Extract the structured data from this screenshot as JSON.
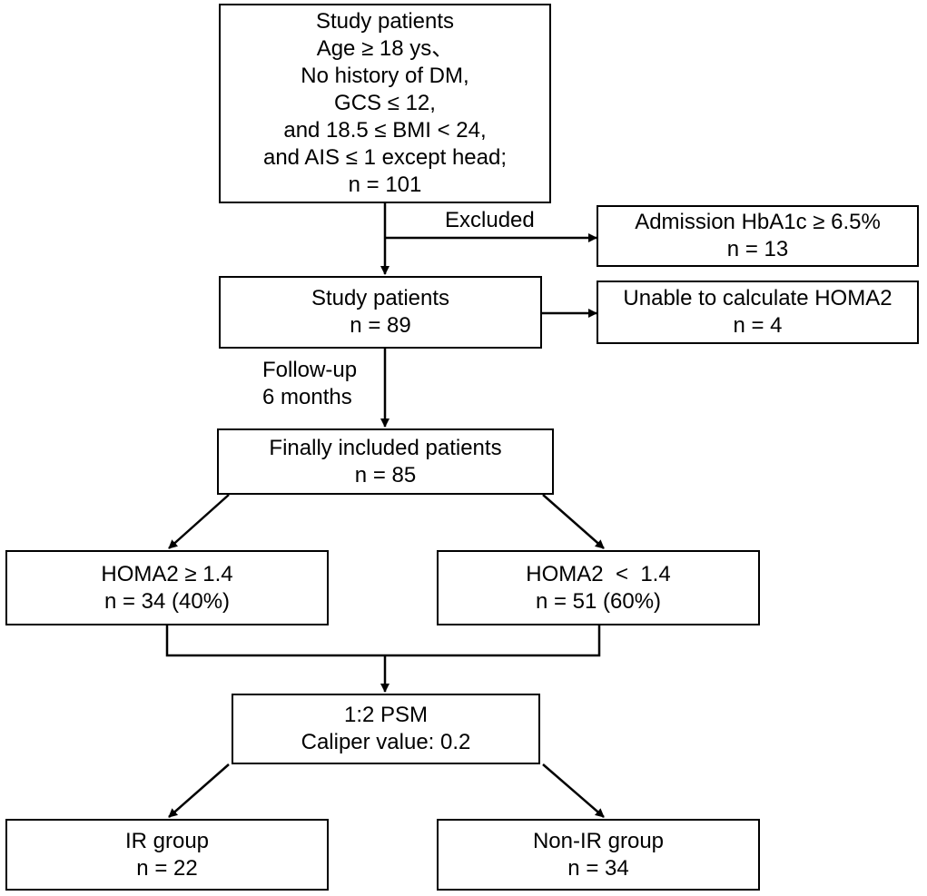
{
  "boxes": {
    "study_initial": {
      "lines": [
        "Study patients",
        "Age ≥ 18 ys、",
        "No history of DM,",
        "GCS ≤ 12,",
        "and 18.5 ≤ BMI < 24,",
        "and AIS ≤ 1 except head;",
        "n = 101"
      ]
    },
    "excluded_hba1c": {
      "lines": [
        "Admission HbA1c ≥ 6.5%",
        "n = 13"
      ]
    },
    "study_89": {
      "lines": [
        "Study patients",
        "n = 89"
      ]
    },
    "unable_homa2": {
      "lines": [
        "Unable to calculate HOMA2",
        "n = 4"
      ]
    },
    "finally_included": {
      "lines": [
        "Finally included patients",
        "n = 85"
      ]
    },
    "homa2_high": {
      "lines": [
        "HOMA2 ≥ 1.4",
        "n = 34 (40%)"
      ]
    },
    "homa2_low": {
      "lines": [
        "HOMA2  <  1.4",
        "n = 51 (60%)"
      ]
    },
    "psm": {
      "lines": [
        "1:2 PSM",
        "Caliper value: 0.2"
      ]
    },
    "ir_group": {
      "lines": [
        "IR group",
        "n = 22"
      ]
    },
    "non_ir_group": {
      "lines": [
        "Non-IR group",
        "n = 34"
      ]
    }
  },
  "labels": {
    "excluded": "Excluded",
    "follow_up_1": "Follow-up",
    "follow_up_2": "6 months"
  }
}
